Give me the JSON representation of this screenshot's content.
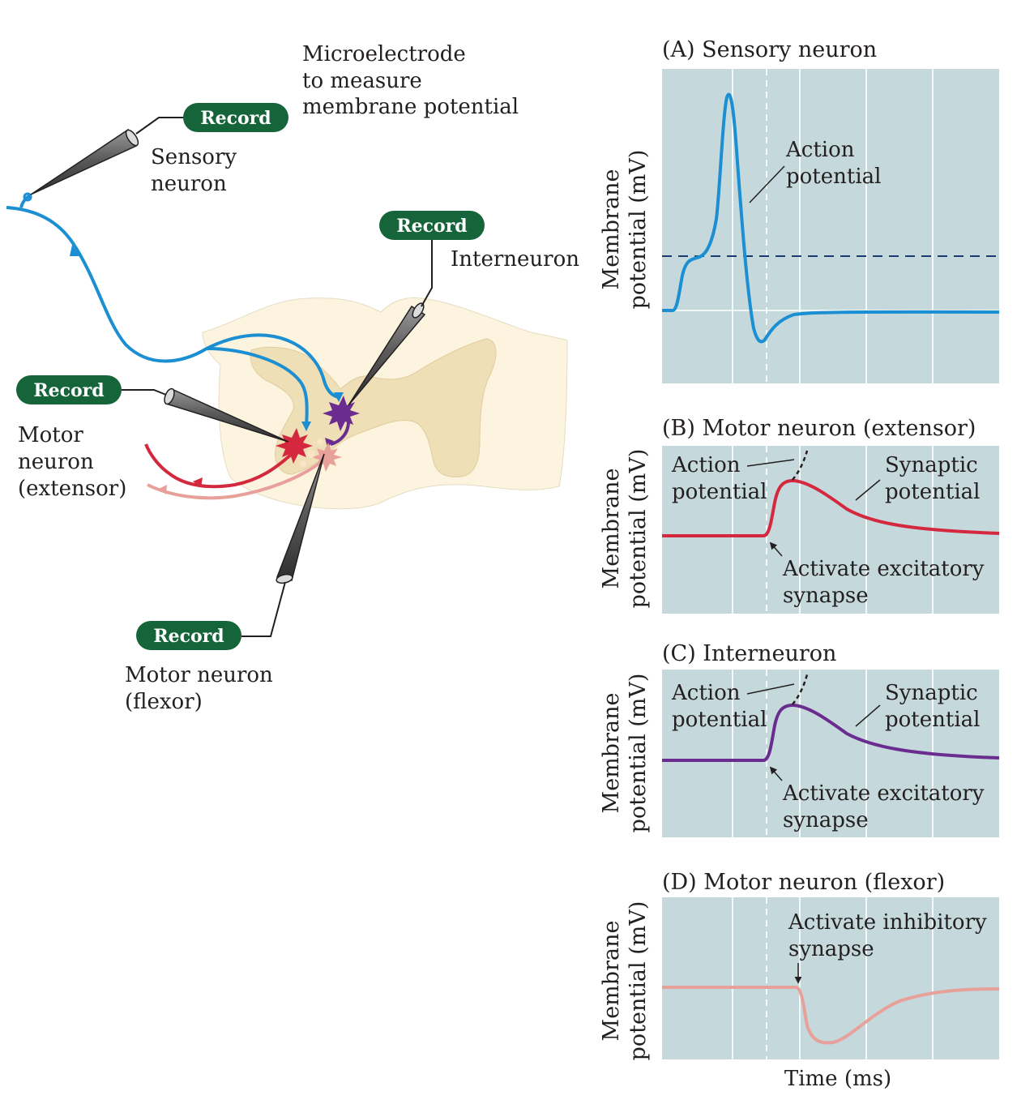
{
  "diagram": {
    "electrode_caption": [
      "Microelectrode",
      "to measure",
      "membrane potential"
    ],
    "sensory_label": [
      "Sensory",
      "neuron"
    ],
    "interneuron_label": "Interneuron",
    "motor_extensor_label": [
      "Motor",
      "neuron",
      "(extensor)"
    ],
    "motor_flexor_label": [
      "Motor neuron",
      "(flexor)"
    ],
    "record_button_label": "Record",
    "colors": {
      "sensory": "#1b8fd2",
      "interneuron": "#6a2c8e",
      "extensor": "#d4283f",
      "flexor": "#e8a09a",
      "record_button": "#16653a",
      "spinal_white": "#fcf4df",
      "spinal_gray": "#efdfb6"
    }
  },
  "panels": [
    {
      "id": "A",
      "title": "(A)  Sensory neuron",
      "ylabel": [
        "Membrane",
        "potential (mV)"
      ],
      "color": "#1b8fd2",
      "annotations": [
        "Action",
        "potential"
      ],
      "threshold_line": true
    },
    {
      "id": "B",
      "title": "(B)  Motor neuron (extensor)",
      "ylabel": [
        "Membrane",
        "potential (mV)"
      ],
      "color": "#d4283f",
      "annotations": {
        "left": [
          "Action",
          "potential"
        ],
        "right": [
          "Synaptic",
          "potential"
        ],
        "bottom": [
          "Activate excitatory",
          "synapse"
        ]
      }
    },
    {
      "id": "C",
      "title": "(C)  Interneuron",
      "ylabel": [
        "Membrane",
        "potential (mV)"
      ],
      "color": "#6a2c8e",
      "annotations": {
        "left": [
          "Action",
          "potential"
        ],
        "right": [
          "Synaptic",
          "potential"
        ],
        "bottom": [
          "Activate excitatory",
          "synapse"
        ]
      }
    },
    {
      "id": "D",
      "title": "(D)  Motor neuron (flexor)",
      "ylabel": [
        "Membrane",
        "potential (mV)"
      ],
      "color": "#e8a09a",
      "annotations": {
        "top": [
          "Activate inhibitory",
          "synapse"
        ]
      }
    }
  ],
  "xlabel": "Time (ms)"
}
